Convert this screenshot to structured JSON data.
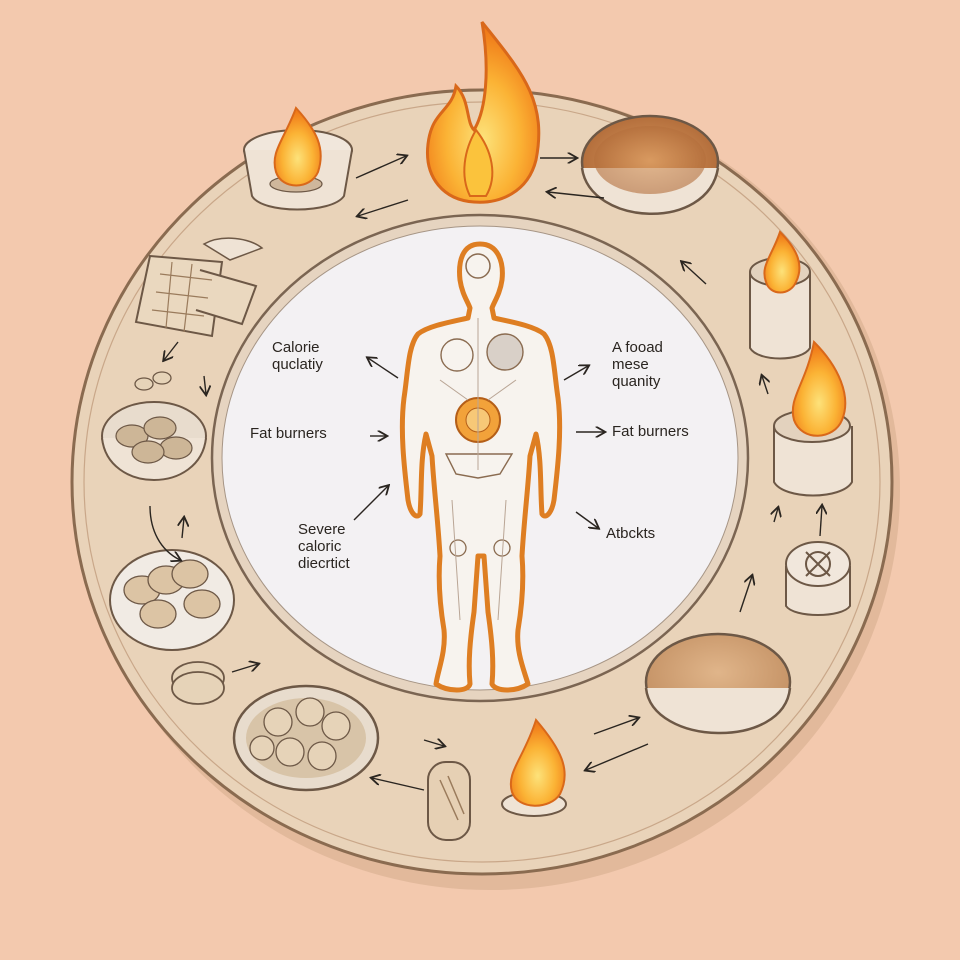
{
  "colors": {
    "background": "#f3c9ae",
    "ring_face": "#e9d3b9",
    "ring_shadow": "#d4b395",
    "center_disc": "#f3f1f3",
    "flame_orange": "#f08a1f",
    "flame_yellow": "#fbc33c",
    "body_outline": "#de7e22",
    "ink": "#2a2520"
  },
  "icons": [
    "flame-icon",
    "bowl-icon",
    "grain-icon",
    "candle-icon",
    "powder-icon",
    "cracker-icon",
    "coin-snack-icon",
    "nut-icon",
    "cookie-icon",
    "arrow-icon"
  ],
  "labels": {
    "calorie_quality": "Calorie\nquclatiy",
    "food_quantity": "A fooad\nmese\nquanity",
    "fat_burners_left": "Fat burners",
    "fat_burners_right": "Fat burners",
    "severe_deficit": "Severe\ncaloric\ndiecrtict",
    "attacks": "Atbckts"
  }
}
